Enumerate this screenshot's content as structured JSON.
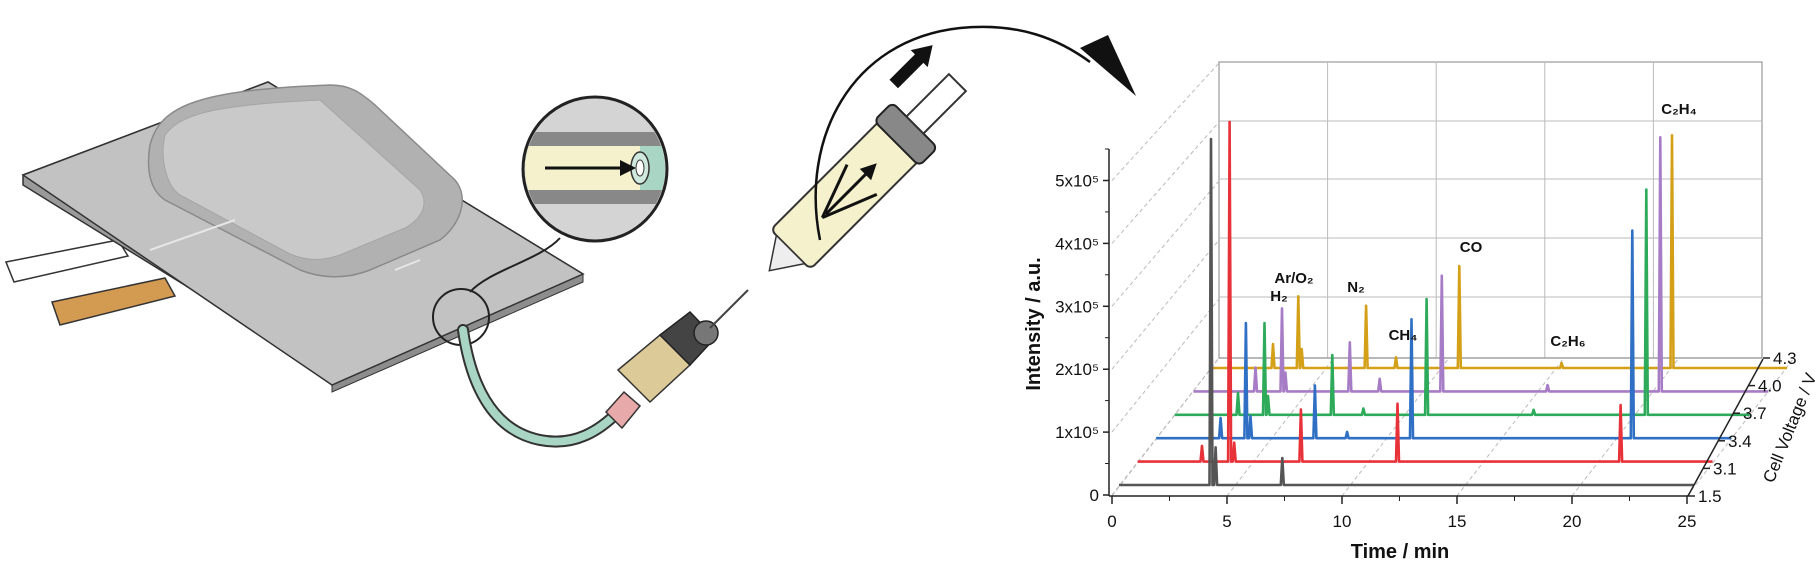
{
  "illustration": {
    "colors": {
      "pouch": "#b9b9b9",
      "tab_white": "#ffffff",
      "tab_copper": "#d39a52",
      "tube": "#a9d6c4",
      "electrolyte": "#f4f1cc",
      "fitting": "#d9c89a"
    },
    "icons": [
      "pouch-cell",
      "magnifier-inset",
      "tube",
      "fitting",
      "syringe",
      "curved-arrow"
    ]
  },
  "chart_data": {
    "type": "line",
    "style": "3d-waterfall",
    "xlabel": "Time / min",
    "ylabel": "Intensity / a.u.",
    "zlabel": "Cell Voltage / V",
    "xlim": [
      0,
      25
    ],
    "ylim": [
      0,
      550000
    ],
    "xticks": [
      "0",
      "5",
      "10",
      "15",
      "20",
      "25"
    ],
    "yticks": [
      "0",
      "1x10⁵",
      "2x10⁵",
      "3x10⁵",
      "4x10⁵",
      "5x10⁵"
    ],
    "grid": true,
    "series": [
      {
        "voltage": "1.5",
        "color": "#555555",
        "peaks": [
          [
            4.0,
            550000
          ],
          [
            4.2,
            60000
          ],
          [
            7.1,
            43000
          ]
        ]
      },
      {
        "voltage": "3.1",
        "color": "#e8323a",
        "peaks": [
          [
            2.8,
            25000
          ],
          [
            4.0,
            540000
          ],
          [
            4.2,
            30000
          ],
          [
            7.1,
            83000
          ],
          [
            11.3,
            92000
          ],
          [
            21.0,
            90000
          ]
        ]
      },
      {
        "voltage": "3.4",
        "color": "#2f6fc4",
        "peaks": [
          [
            2.8,
            32000
          ],
          [
            3.9,
            183000
          ],
          [
            4.1,
            35000
          ],
          [
            6.9,
            84000
          ],
          [
            8.3,
            10000
          ],
          [
            11.1,
            189000
          ],
          [
            20.7,
            330000
          ]
        ]
      },
      {
        "voltage": "3.7",
        "color": "#2daa5a",
        "peaks": [
          [
            2.75,
            35000
          ],
          [
            3.9,
            146000
          ],
          [
            4.05,
            30000
          ],
          [
            6.85,
            95000
          ],
          [
            8.2,
            10000
          ],
          [
            10.95,
            184000
          ],
          [
            15.6,
            8000
          ],
          [
            20.5,
            358000
          ]
        ]
      },
      {
        "voltage": "4.0",
        "color": "#a77cc6",
        "peaks": [
          [
            2.7,
            38000
          ],
          [
            3.85,
            132000
          ],
          [
            4.0,
            30000
          ],
          [
            6.8,
            78000
          ],
          [
            8.1,
            20000
          ],
          [
            10.8,
            184000
          ],
          [
            15.4,
            10000
          ],
          [
            20.3,
            404000
          ]
        ]
      },
      {
        "voltage": "4.3",
        "color": "#d4a017",
        "peaks": [
          [
            2.65,
            38000
          ],
          [
            3.75,
            114000
          ],
          [
            3.9,
            30000
          ],
          [
            6.7,
            99000
          ],
          [
            8.0,
            17000
          ],
          [
            10.75,
            162000
          ],
          [
            15.2,
            8000
          ],
          [
            20.0,
            370000
          ]
        ]
      }
    ],
    "annotations": [
      {
        "label": "H₂"
      },
      {
        "label": "Ar/O₂"
      },
      {
        "label": "N₂"
      },
      {
        "label": "CH₄"
      },
      {
        "label": "CO"
      },
      {
        "label": "C₂H₆"
      },
      {
        "label": "C₂H₄"
      }
    ]
  }
}
